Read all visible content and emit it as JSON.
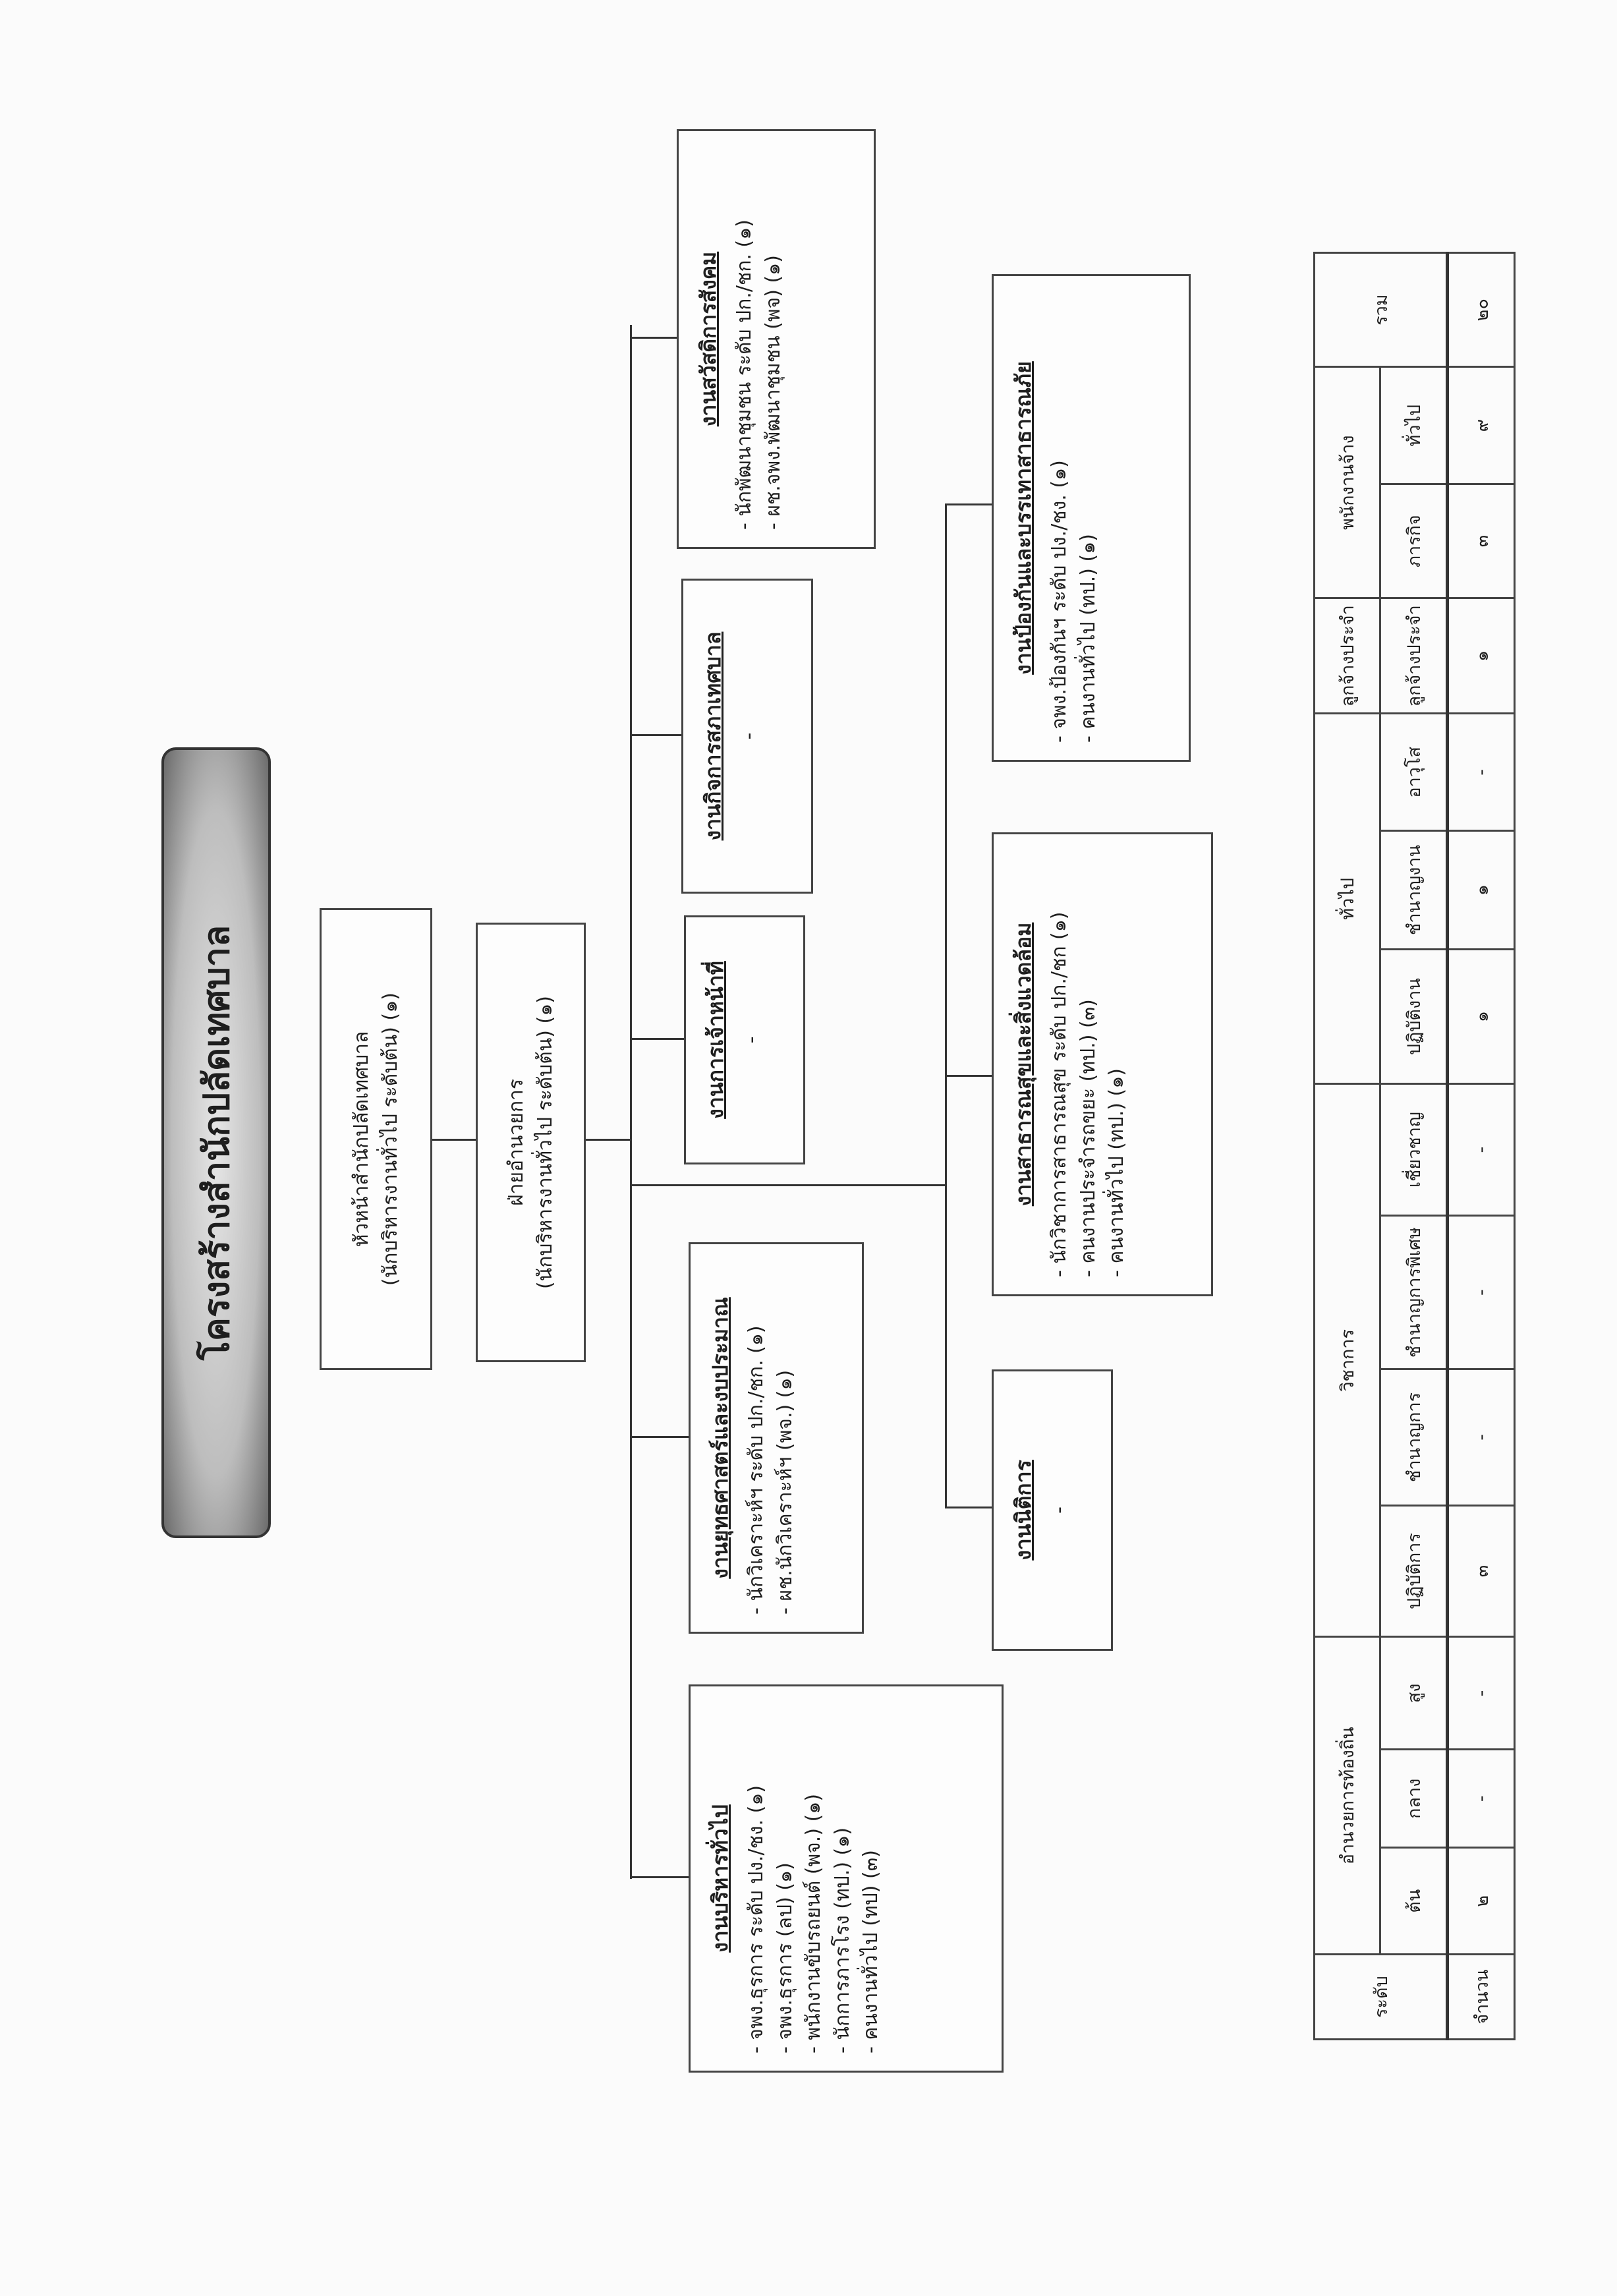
{
  "title": "โครงสร้างสำนักปลัดเทศบาล",
  "head_office": {
    "line1": "หัวหน้าสำนักปลัดเทศบาล",
    "line2": "(นักบริหารงานทั่วไป ระดับต้น) (๑)"
  },
  "admin_division": {
    "line1": "ฝ่ายอำนวยการ",
    "line2": "(นักบริหารงานทั่วไป ระดับต้น) (๑)"
  },
  "units_row1": [
    {
      "name": "งานบริหารทั่วไป",
      "items": [
        "- จพง.ธุรการ  ระดับ ปง./ชง. (๑)",
        "- จพง.ธุรการ (ลป) (๑)",
        "- พนักงานขับรถยนต์ (พจ.) (๑)",
        "- นักการภารโรง (ทป.) (๑)",
        "- คนงานทั่วไป (ทป) (๓)"
      ]
    },
    {
      "name": "งานยุทธศาสตร์และงบประมาณ",
      "items": [
        "- นักวิเคราะห์ฯ  ระดับ ปก./ชก. (๑)",
        "- ผช.นักวิเคราะห์ฯ (พจ.) (๑)"
      ]
    },
    {
      "name": "งานการเจ้าหน้าที่",
      "items": [
        "-"
      ]
    },
    {
      "name": "งานกิจการสภาเทศบาล",
      "items": [
        "-"
      ]
    },
    {
      "name": "งานสวัสดิการสังคม",
      "items": [
        "- นักพัฒนาชุมชน ระดับ ปก./ชก. (๑)",
        "- ผช.จพง.พัฒนาชุมชน (พจ) (๑)"
      ]
    }
  ],
  "units_row2": [
    {
      "name": "งานนิติการ",
      "items": [
        "-"
      ]
    },
    {
      "name": "งานสาธารณสุขและสิ่งแวดล้อม",
      "items": [
        "- นักวิชาการสาธารณสุข ระดับ ปก./ชก (๑)",
        "- คนงานประจำรถขยะ (ทป.) (๓)",
        "- คนงานทั่วไป (ทป.) (๑)"
      ]
    },
    {
      "name": "งานป้องกันและบรรเทาสาธารณภัย",
      "items": [
        "- จพง.ป้องกันฯ ระดับ ปง./ชง. (๑)",
        "- คนงานทั่วไป (ทป.) (๑)"
      ]
    }
  ],
  "table": {
    "level_label": "ระดับ",
    "groups": [
      "อำนวยการท้องถิ่น",
      "วิชาการ",
      "ทั่วไป",
      "ลูกจ้างประจำ",
      "พนักงานจ้าง"
    ],
    "total_label": "รวม",
    "sub": [
      "ต้น",
      "กลาง",
      "สูง",
      "ปฏิบัติการ",
      "ชำนาญการ",
      "ชำนาญการพิเศษ",
      "เชี่ยวชาญ",
      "ปฏิบัติงาน",
      "ชำนาญงาน",
      "อาวุโส",
      "ลูกจ้างประจำ",
      "ภารกิจ",
      "ทั่วไป"
    ],
    "row_label": "จำนวน",
    "values": [
      "๒",
      "-",
      "-",
      "๓",
      "-",
      "-",
      "-",
      "๑",
      "๑",
      "-",
      "๑",
      "๓",
      "๙"
    ],
    "total": "๒๐"
  }
}
